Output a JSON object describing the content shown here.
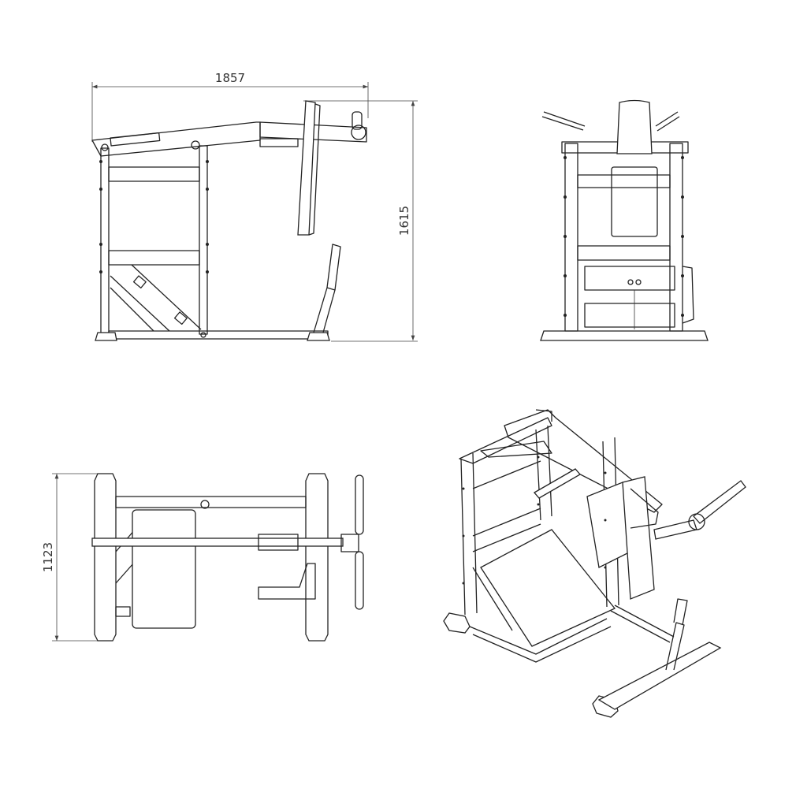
{
  "drawing": {
    "views": [
      "side-view",
      "front-view",
      "top-view",
      "isometric-view"
    ],
    "dimensions": {
      "length": "1857",
      "height": "1615",
      "width": "1123"
    },
    "line_color": "#222222",
    "background": "#ffffff"
  }
}
